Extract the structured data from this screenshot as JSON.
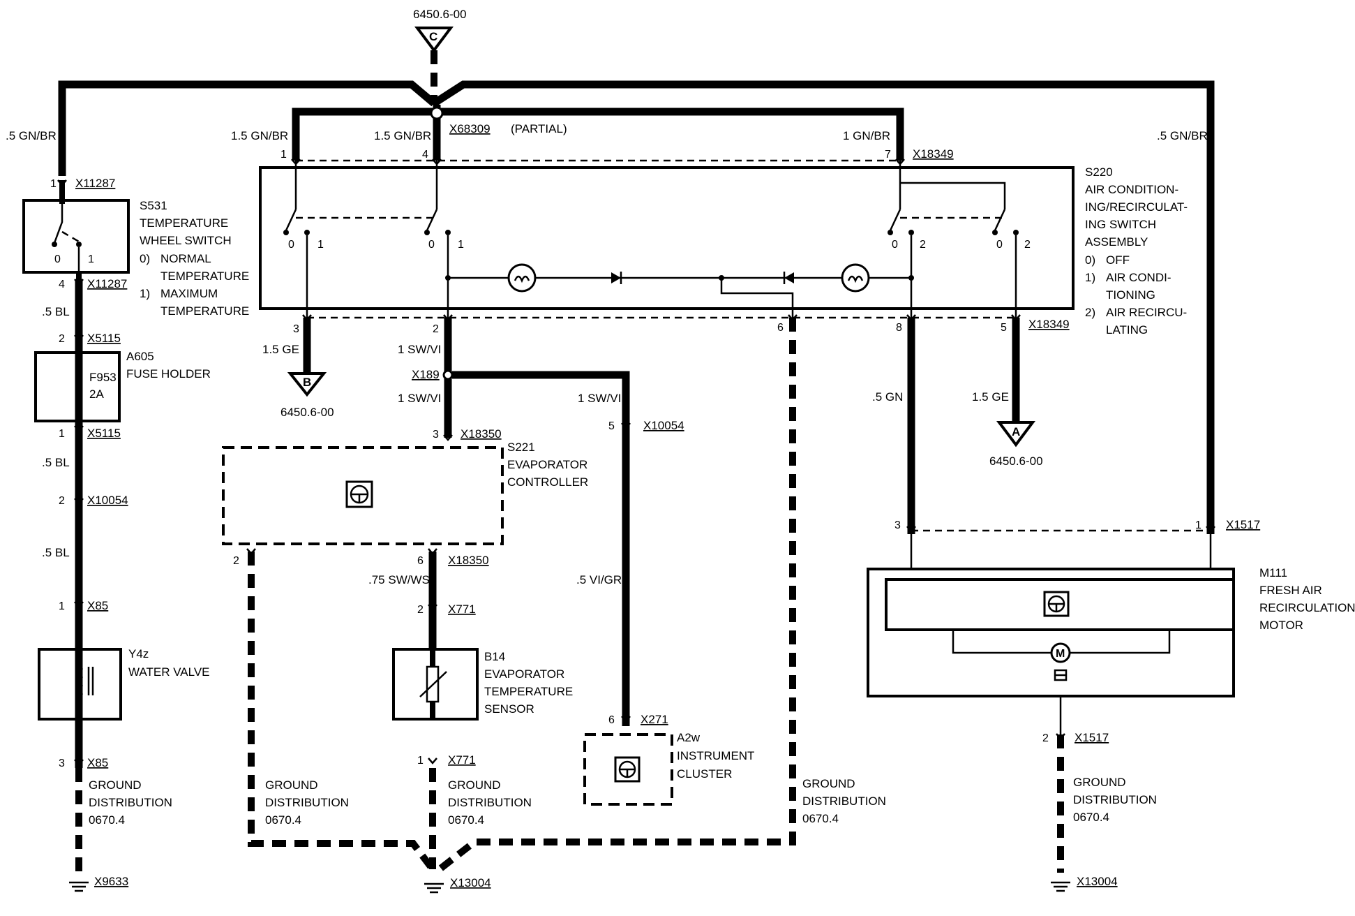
{
  "refs": {
    "top": "6450.6-00",
    "top_letter": "C",
    "b": "6450.6-00",
    "b_letter": "B",
    "a": "6450.6-00",
    "a_letter": "A"
  },
  "junction": {
    "name": "X68309",
    "note": "(PARTIAL)"
  },
  "wires": {
    "top_left": ".5 GN/BR",
    "top_right": ".5 GN/BR",
    "s220_pin1": "1.5 GN/BR",
    "s220_pin4": "1.5 GN/BR",
    "s220_pin7": "1 GN/BR",
    "left_5bl_1": ".5 BL",
    "left_5bl_2": ".5 BL",
    "left_5bl_3": ".5 BL",
    "b_ge": "1.5 GE",
    "sw_vi_1": "1 SW/VI",
    "sw_vi_2": "1 SW/VI",
    "sw_vi_3": "1 SW/VI",
    "sw_ws": ".75 SW/WS",
    "vi_gr": ".5 VI/GR",
    "right_gn": ".5 GN",
    "right_ge": "1.5 GE"
  },
  "s531": {
    "connector_top": "X11287",
    "pin_top": "1",
    "connector_bottom": "X11287",
    "pin_bottom": "4",
    "id": "S531",
    "line1": "TEMPERATURE",
    "line2": "WHEEL SWITCH",
    "opt0a": "0)",
    "opt0b": "NORMAL",
    "opt0c": "TEMPERATURE",
    "opt1a": "1)",
    "opt1b": "MAXIMUM",
    "opt1c": "TEMPERATURE",
    "pos0": "0",
    "pos1": "1"
  },
  "a605": {
    "connector_top": "X5115",
    "pin_top": "2",
    "connector_bottom": "X5115",
    "pin_bottom": "1",
    "id": "A605",
    "name": "FUSE HOLDER",
    "fuse": "F953",
    "rating": "2A"
  },
  "x10054_left": {
    "pin": "2",
    "connector": "X10054"
  },
  "y4z": {
    "connector_top": "X85",
    "pin_top": "1",
    "connector_bottom": "X85",
    "pin_bottom": "3",
    "id": "Y4z",
    "name": "WATER VALVE"
  },
  "ground_left": {
    "l1": "GROUND",
    "l2": "DISTRIBUTION",
    "l3": "0670.4",
    "connector": "X9633"
  },
  "s220": {
    "connector_top": "X18349",
    "pin1": "1",
    "pin4": "4",
    "pin7": "7",
    "id": "S220",
    "l1": "AIR CONDITION-",
    "l2": "ING/RECIRCULAT-",
    "l3": "ING SWITCH",
    "l4": "ASSEMBLY",
    "o0a": "0)",
    "o0b": "OFF",
    "o1a": "1)",
    "o1b": "AIR CONDI-",
    "o1c": "TIONING",
    "o2a": "2)",
    "o2b": "AIR RECIRCU-",
    "o2c": "LATING",
    "sw1_0": "0",
    "sw1_1": "1",
    "sw2_0": "0",
    "sw2_1": "1",
    "sw3_0": "0",
    "sw3_2": "2",
    "sw4_0": "0",
    "sw4_2": "2",
    "connector_bottom": "X18349",
    "pin3": "3",
    "pin2": "2",
    "pin6": "6",
    "pin8": "8",
    "pin5": "5"
  },
  "x189": {
    "name": "X189"
  },
  "s221": {
    "pin3": "3",
    "connector_top": "X18350",
    "id": "S221",
    "l1": "EVAPORATOR",
    "l2": "CONTROLLER",
    "pin2": "2",
    "pin6": "6",
    "connector_bottom": "X18350"
  },
  "x10054_mid": {
    "pin": "5",
    "connector": "X10054"
  },
  "b14": {
    "pin_top": "2",
    "connector_top": "X771",
    "id": "B14",
    "l1": "EVAPORATOR",
    "l2": "TEMPERATURE",
    "l3": "SENSOR",
    "pin_bottom": "1",
    "connector_bottom": "X771"
  },
  "a2w": {
    "pin": "6",
    "connector": "X271",
    "id": "A2w",
    "l1": "INSTRUMENT",
    "l2": "CLUSTER"
  },
  "ground_mid1": {
    "l1": "GROUND",
    "l2": "DISTRIBUTION",
    "l3": "0670.4"
  },
  "ground_mid2": {
    "l1": "GROUND",
    "l2": "DISTRIBUTION",
    "l3": "0670.4"
  },
  "ground_mid3": {
    "l1": "GROUND",
    "l2": "DISTRIBUTION",
    "l3": "0670.4"
  },
  "ground_center": {
    "connector": "X13004"
  },
  "m111": {
    "pin3": "3",
    "pin1": "1",
    "connector_top": "X1517",
    "id": "M111",
    "l1": "FRESH AIR",
    "l2": "RECIRCULATION",
    "l3": "MOTOR",
    "pin2": "2",
    "connector_bottom": "X1517"
  },
  "ground_right": {
    "l1": "GROUND",
    "l2": "DISTRIBUTION",
    "l3": "0670.4",
    "connector": "X13004"
  }
}
